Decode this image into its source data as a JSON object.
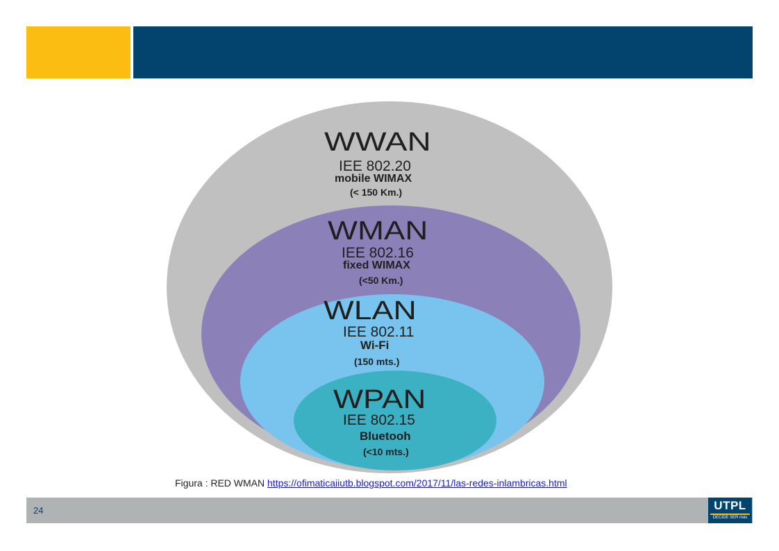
{
  "colors": {
    "header_accent": "#fbbd12",
    "header_main": "#02446e",
    "wwan_fill": "#c0c0c0",
    "wman_fill": "#8b81b8",
    "wlan_fill": "#78c4ee",
    "wpan_fill": "#3bb1c3",
    "footer": "#b0b3b4"
  },
  "diagram": {
    "wwan": {
      "title": "WWAN",
      "standard": "IEE 802.20",
      "tech": "mobile WIMAX",
      "range": "(< 150 Km.)"
    },
    "wman": {
      "title": "WMAN",
      "standard": "IEE 802.16",
      "tech": "fixed WIMAX",
      "range": "(<50 Km.)"
    },
    "wlan": {
      "title": "WLAN",
      "standard": "IEE 802.11",
      "tech": "Wi-Fi",
      "range": "(150 mts.)"
    },
    "wpan": {
      "title": "WPAN",
      "standard": "IEE 802.15",
      "tech": "Bluetooh",
      "range": "(<10 mts.)"
    }
  },
  "caption": {
    "prefix": "Figura : RED WMAN ",
    "link": "https://ofimaticaiiutb.blogspot.com/2017/11/las-redes-inlambricas.html"
  },
  "footer": {
    "page_number": "24",
    "logo": "UTPL",
    "logo_tagline": "DECIDE SER más"
  }
}
